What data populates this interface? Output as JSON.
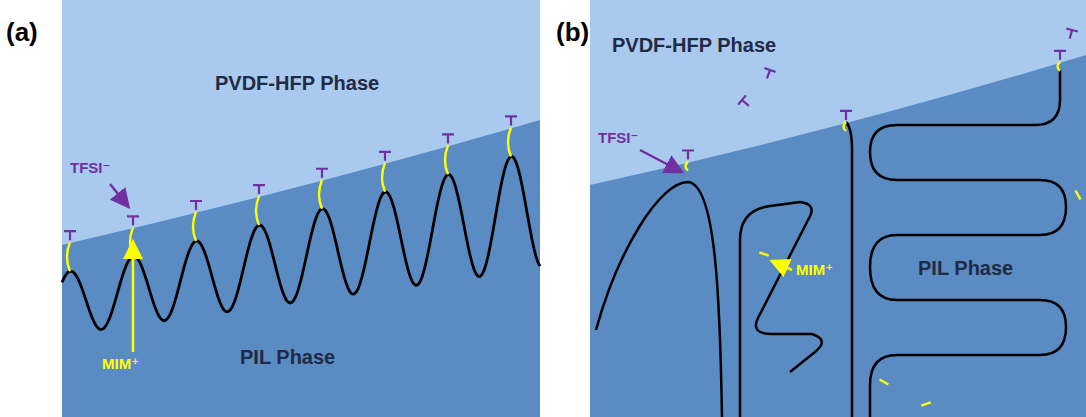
{
  "diagram": {
    "labels": [
      "(a)",
      "(b)",
      "PVDF-HFP Phase",
      "TFSI⁻",
      "MIM⁺",
      "PIL Phase",
      "PVDF-HFP Phase",
      "TFSI⁻",
      "MIM⁺",
      "PIL Phase"
    ]
  }
}
